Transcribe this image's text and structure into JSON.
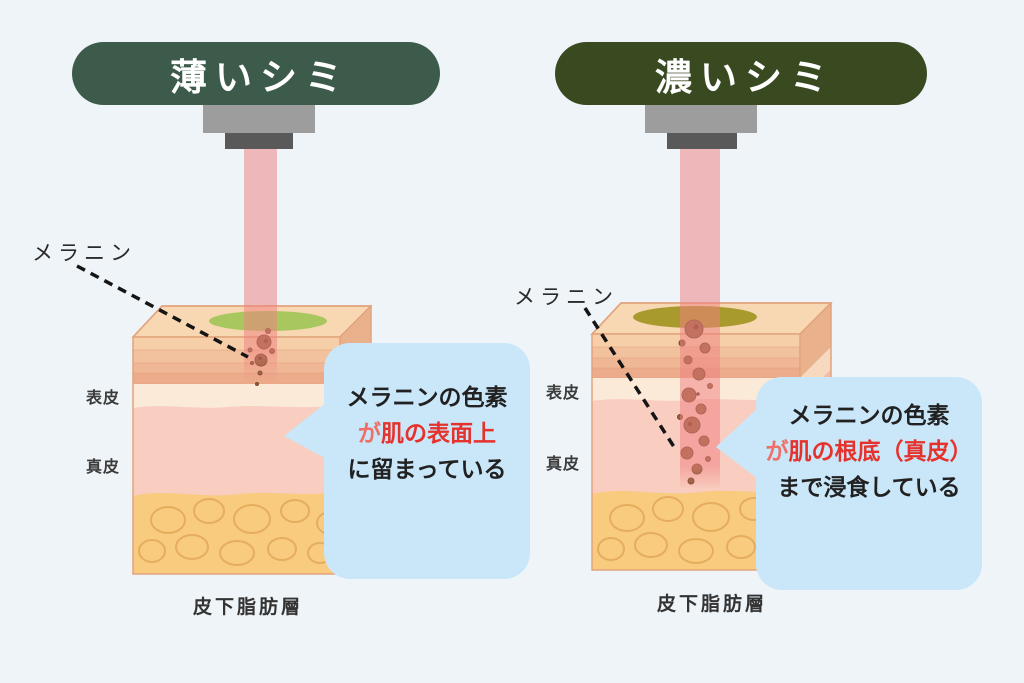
{
  "panels": [
    {
      "header": "薄いシミ",
      "melanin_label": "メラニン",
      "epidermis_label": "表皮",
      "dermis_label": "真皮",
      "fat_label": "皮下脂肪層",
      "bubble": {
        "line1": "メラニンの色素",
        "line2_prefix": "が",
        "line2_emphasis": "肌の表面上",
        "line3": "に留まっている"
      }
    },
    {
      "header": "濃いシミ",
      "melanin_label": "メラニン",
      "epidermis_label": "表皮",
      "dermis_label": "真皮",
      "fat_label": "皮下脂肪層",
      "bubble": {
        "line1": "メラニンの色素",
        "line2_prefix": "が",
        "line2_emphasis": "肌の根底（真皮）",
        "line3": "まで浸食している"
      }
    }
  ],
  "colors": {
    "background": "#eef4f8",
    "header_pill_left": "#3c5b4a",
    "header_pill_right": "#394a21",
    "bubble_background": "#c9e7f8",
    "emphasis_red": "#e6322c",
    "text_color": "#212121",
    "laser_beam": "#ef8080",
    "surface_spot_left": "#a8c85f",
    "surface_spot_right": "#a89a2d",
    "melanin_brown": "#93603c",
    "fat_layer": "#f8cb7e",
    "dermis_pink": "#f9cdc0"
  }
}
